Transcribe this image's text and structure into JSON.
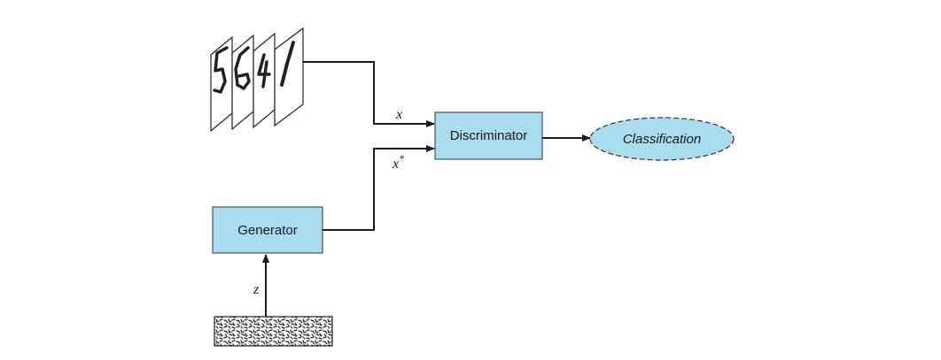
{
  "nodes": {
    "discriminator": {
      "label": "Discriminator"
    },
    "generator": {
      "label": "Generator"
    },
    "classification": {
      "label": "Classification"
    }
  },
  "edges": {
    "real_input": {
      "label": "x"
    },
    "fake_input": {
      "label": "x",
      "superscript": "*"
    },
    "noise_input": {
      "label": "z"
    }
  },
  "colors": {
    "box_fill": "#a9dcef",
    "line": "#1a1a1a"
  },
  "icons": {
    "real_samples": "handwritten-digit-stack",
    "noise": "noise-pattern"
  }
}
